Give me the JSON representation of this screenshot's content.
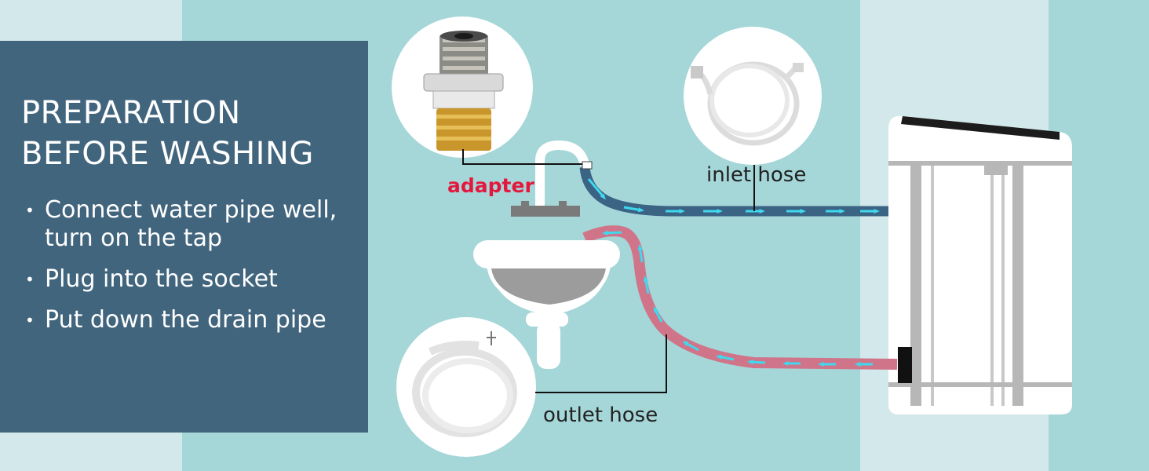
{
  "panel": {
    "title_line1": "PREPARATION",
    "title_line2": "BEFORE WASHING",
    "steps": [
      {
        "bullet": "•",
        "text": "Connect water pipe well, turn on the tap"
      },
      {
        "bullet": "•",
        "text": "Plug into the socket"
      },
      {
        "bullet": "•",
        "text": "Put down the drain pipe"
      }
    ]
  },
  "labels": {
    "adapter": "adapter",
    "inlet_hose": "inlet hose",
    "outlet_hose": "outlet hose"
  },
  "colors": {
    "panel_bg": "#42657e",
    "inlet_hose": "#3b6384",
    "outlet_hose": "#d07589",
    "flow_arrow": "#3fd8ee",
    "adapter_label": "#e4183e"
  },
  "icons": [
    "adapter-fitting-icon",
    "inlet-hose-coil-icon",
    "outlet-hose-coil-icon",
    "washing-machine-icon",
    "tap-icon",
    "sink-icon"
  ]
}
